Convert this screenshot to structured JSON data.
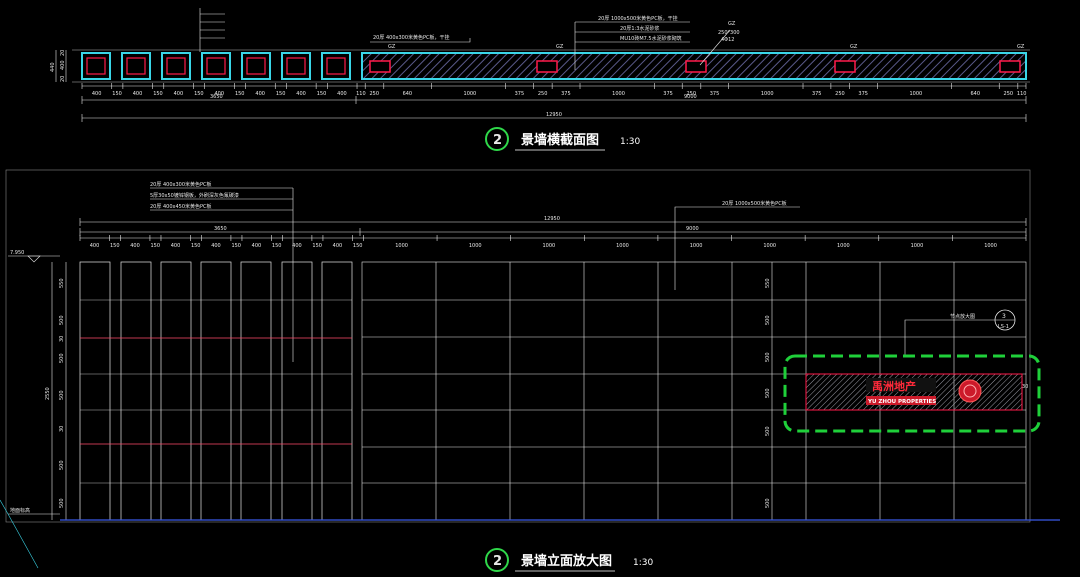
{
  "plan_view": {
    "title": "景墙横截面图",
    "scale": "1:30",
    "detail_number": "2",
    "callouts": {
      "top_a": "20厚 400x300米黄色PC板，干挂",
      "top_b_1": "20厚 1000x500米黄色PC板，干挂",
      "top_b_2": "20厚1:3水泥砂浆",
      "top_b_3": "MU10砖M7.5水泥砂浆砌筑",
      "gz": "GZ",
      "gz_mid_label_1": "250*300",
      "gz_mid_label_2": "4Φ12"
    },
    "left_dims": [
      "20",
      "400",
      "20"
    ],
    "left_total": "440",
    "row1_dims": [
      "400",
      "150",
      "400",
      "150",
      "400",
      "150",
      "400",
      "150",
      "400",
      "150",
      "400",
      "150",
      "400",
      "110",
      "250",
      "640",
      "1000",
      "375",
      "250",
      "375",
      "1000",
      "375",
      "250",
      "375",
      "1000",
      "375",
      "250",
      "375",
      "1000",
      "640",
      "250",
      "110"
    ],
    "row2": {
      "left": "3650",
      "right": "9000"
    },
    "row3": {
      "total": "12950"
    }
  },
  "elevation": {
    "title": "景墙立面放大图",
    "scale": "1:30",
    "detail_number": "2",
    "callouts": {
      "c1": "20厚 400x300米黄色PC板",
      "c2": "5厚30x50镀锌钢板，外刷深灰色氟碳漆",
      "c3": "20厚 400x450米黄色PC板",
      "c4": "20厚 1000x500米黄色PC板",
      "detail_ref": "节点放大图",
      "detail_ref_num": "3",
      "detail_ref_sheet": "LS-1"
    },
    "level_top": "7.950",
    "level_ground": "地面标高",
    "top_total": "12950",
    "mid_left": "3650",
    "mid_right": "9000",
    "top_dims": [
      "400",
      "150",
      "400",
      "150",
      "400",
      "150",
      "400",
      "150",
      "400",
      "150",
      "400",
      "150",
      "400",
      "150",
      "1000",
      "1000",
      "1000",
      "1000",
      "1000",
      "1000",
      "1000",
      "1000",
      "1000"
    ],
    "left_dims": [
      "550",
      "500",
      "30",
      "500",
      "500",
      "30",
      "500",
      "500"
    ],
    "left_total": "2550",
    "right_dims": [
      "550",
      "500",
      "500",
      "500",
      "500",
      "500"
    ],
    "right_marker": "30",
    "logo_cn": "禹洲地产",
    "logo_en": "YU ZHOU PROPERTIES"
  },
  "colors": {
    "background": "#000000",
    "line": "#e8e8e8",
    "panel": "#3ad6e8",
    "column": "#ff1a4a",
    "highlight": "#1fd03a",
    "title_circle": "#2fd84a"
  }
}
